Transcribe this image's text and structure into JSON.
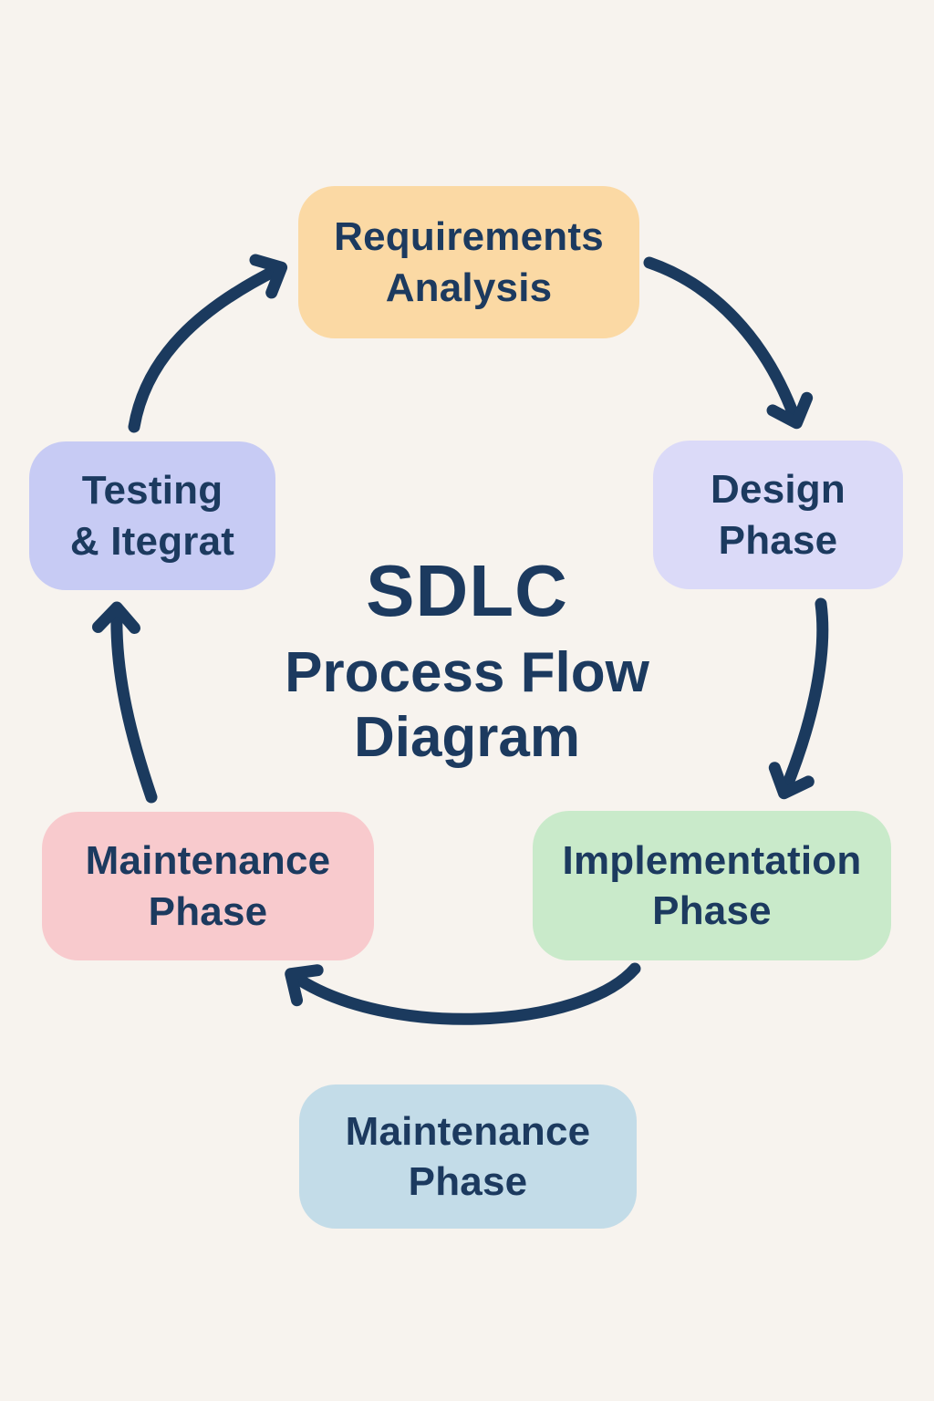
{
  "background_color": "#F7F3EE",
  "text_color": "#1C3A5F",
  "arrow_color": "#1B3A5E",
  "title": {
    "line1": "SDLC",
    "line2": "Process Flow",
    "line3": "Diagram"
  },
  "nodes": [
    {
      "id": "requirements-analysis",
      "label": "Requirements\nAnalysis",
      "fill": "#FBD9A4"
    },
    {
      "id": "design-phase",
      "label": "Design\nPhase",
      "fill": "#DBDAF8"
    },
    {
      "id": "testing-integration",
      "label": "Testing\n& Itegrat",
      "fill": "#C7CBF4"
    },
    {
      "id": "implementation-phase",
      "label": "Implementation\nPhase",
      "fill": "#C9EACA"
    },
    {
      "id": "maintenance-phase-left",
      "label": "Maintenance\nPhase",
      "fill": "#F8CACD"
    },
    {
      "id": "maintenance-phase-bottom",
      "label": "Maintenance\nPhase",
      "fill": "#C3DCE8"
    }
  ],
  "arrows": [
    {
      "from": "testing-integration",
      "to": "requirements-analysis"
    },
    {
      "from": "requirements-analysis",
      "to": "design-phase"
    },
    {
      "from": "design-phase",
      "to": "implementation-phase"
    },
    {
      "from": "implementation-phase",
      "to": "maintenance-phase-left"
    },
    {
      "from": "maintenance-phase-left",
      "to": "testing-integration"
    }
  ]
}
